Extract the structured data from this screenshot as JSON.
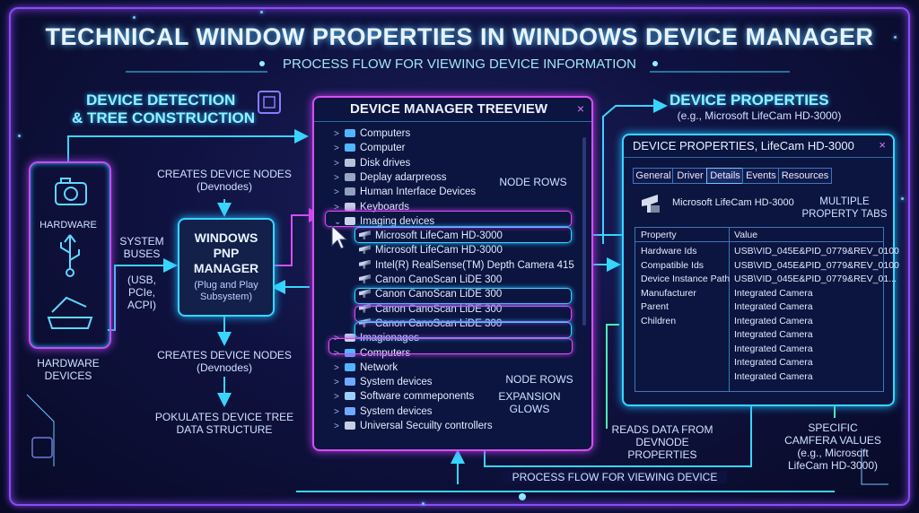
{
  "title": "TECHNICAL WINDOW PROPERTIES IN WINDOWS DEVICE MANAGER",
  "subtitle": "PROCESS FLOW FOR VIEWING DEVICE INFORMATION",
  "left": {
    "heading_line1": "DEVICE DETECTION",
    "heading_line2": "& TREE CONSTRUCTION",
    "hardware_label": "HARDWARE",
    "hardware_devices_line1": "HARDWARE",
    "hardware_devices_line2": "DEVICES",
    "system_buses_line1": "SYSTEM",
    "system_buses_line2": "BUSES",
    "buses_detail_line1": "(USB, PCIe,",
    "buses_detail_line2": "ACPI)",
    "creates_nodes_top_line1": "CREATES DEVICE NODES",
    "creates_nodes_top_line2": "(Devnodes)",
    "creates_nodes_bottom_line1": "CREATES DEVICE NODES",
    "creates_nodes_bottom_line2": "(Devnodes)",
    "populates_line1": "POKULATES DEVICE TREE",
    "populates_line2": "DATA STRUCTURE"
  },
  "pnp": {
    "title_line1": "WINDOWS",
    "title_line2": "PNP",
    "title_line3": "MANAGER",
    "sub_line1": "(Plug and Play",
    "sub_line2": "Subsystem)"
  },
  "tree": {
    "title": "DEVICE MANAGER TREEVIEW",
    "close": "×",
    "rows": [
      {
        "label": "Computers",
        "chev": ">",
        "icon": "computer-icon"
      },
      {
        "label": "Computer",
        "chev": ">",
        "icon": "computer-icon"
      },
      {
        "label": "Disk drives",
        "chev": ">",
        "icon": "disk-drive-icon"
      },
      {
        "label": "Deplay adarpreoss",
        "chev": ">",
        "icon": "display-adapter-icon"
      },
      {
        "label": "Human Interface Devices",
        "chev": ">",
        "icon": "hid-icon"
      },
      {
        "label": "Keyboards",
        "chev": ">",
        "icon": "keyboard-icon"
      },
      {
        "label": "Imaging devices",
        "chev": "⌄",
        "icon": "camera-icon"
      },
      {
        "label": "Microsoft LifeCam HD-3000",
        "chev": "",
        "icon": "webcam-icon"
      },
      {
        "label": "Microsoft LifeCam HD-3000",
        "chev": "",
        "icon": "webcam-icon"
      },
      {
        "label": "Intel(R) RealSense(TM) Depth Camera 415",
        "chev": "",
        "icon": "webcam-icon"
      },
      {
        "label": "Canon CanoScan LiDE 300",
        "chev": "",
        "icon": "webcam-icon"
      },
      {
        "label": "Canon CanoScan LiDE 300",
        "chev": "",
        "icon": "webcam-icon"
      },
      {
        "label": "Canon CanoScan LiDE 300",
        "chev": "",
        "icon": "webcam-icon"
      },
      {
        "label": "Canon CanoScan LiDE 300",
        "chev": "",
        "icon": "webcam-icon"
      },
      {
        "label": "Imagionages",
        "chev": ">",
        "icon": "camera-icon"
      },
      {
        "label": "Computers",
        "chev": ">",
        "icon": "computer-icon"
      },
      {
        "label": "Network",
        "chev": ">",
        "icon": "network-icon"
      },
      {
        "label": "System devices",
        "chev": ">",
        "icon": "system-devices-icon"
      },
      {
        "label": "Software commeponents",
        "chev": ">",
        "icon": "software-icon"
      },
      {
        "label": "System devices",
        "chev": ">",
        "icon": "system-devices-icon"
      },
      {
        "label": "Universal Secuilty controllers",
        "chev": ">",
        "icon": "usb-icon"
      }
    ],
    "node_rows_top": "NODE ROWS",
    "node_rows_bottom": "NODE ROWS",
    "expansion_glows": "EXPANSION GLOWS"
  },
  "right": {
    "heading": "DEVICE PROPERTIES",
    "heading_sub": "(e.g., Microsoft LifeCam HD-3000)"
  },
  "props": {
    "title": "DEVICE PROPERTIES, LifeCam HD-3000",
    "close": "×",
    "tabs": [
      "General",
      "Driver",
      "Details",
      "Events",
      "Resources"
    ],
    "active_tab": "Details",
    "device_name": "Microsoft LifeCam HD-3000",
    "multiple_tabs_line1": "MULTIPLE",
    "multiple_tabs_line2": "PROPERTY TABS",
    "col_property": "Property",
    "col_value": "Value",
    "rows": [
      {
        "property": "Hardware Ids",
        "value": "USB\\VID_045E&PID_0779&REV_0100"
      },
      {
        "property": "Compatible Ids",
        "value": "USB\\VID_045E&PID_0779&REV_0100"
      },
      {
        "property": "Device Instance Path",
        "value": "USB\\VID_045E&PID_0779&REV_01..."
      },
      {
        "property": "Manufacturer",
        "value": "Integrated Camera"
      },
      {
        "property": "Parent",
        "value": "Integrated Camera"
      },
      {
        "property": "Children",
        "value": "Integrated Camera"
      },
      {
        "property": "",
        "value": "Integrated Camera"
      },
      {
        "property": "",
        "value": "Integrated Camera"
      },
      {
        "property": "",
        "value": "Integrated Camera"
      },
      {
        "property": "",
        "value": "Integrated Camera"
      }
    ]
  },
  "bottom": {
    "reads_line1": "READS DATA FROM",
    "reads_line2": "DEVNODE",
    "reads_line3": "PROPERTIES",
    "process_flow": "PROCESS FLOW FOR VIEWING DEVICE",
    "specific_line1": "SPECIFIC",
    "specific_line2": "CAMFERA VALUES",
    "specific_line3": "(e.g., Microsoft",
    "specific_line4": "LifeCam HD-3000)"
  },
  "colors": {
    "cyan": "#37d6ff",
    "magenta": "#d74ff0",
    "background": "#0a0d2e"
  }
}
